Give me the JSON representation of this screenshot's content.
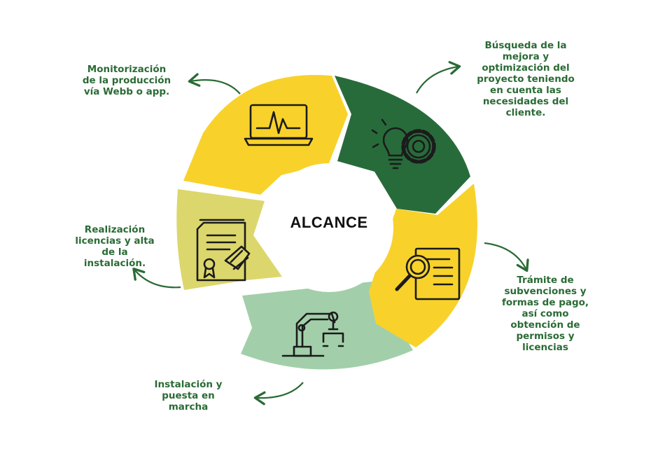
{
  "center": {
    "title": "ALCANCE"
  },
  "colors": {
    "label_text": "#2a6b35",
    "segment_yellow": "#f8d22b",
    "segment_dark_green": "#286b3a",
    "segment_light_green": "#a2cfaa",
    "segment_olive": "#dcd76c",
    "icon_stroke": "#1b1b1b"
  },
  "stages": [
    {
      "id": "monitoring",
      "icon": "monitor-heartbeat-icon",
      "color": "#f8d22b",
      "label": "Monitorización\nde la producción\nvía Webb o app."
    },
    {
      "id": "improvement",
      "icon": "lightbulb-gear-icon",
      "color": "#286b3a",
      "label": "Búsqueda de la\nmejora y\noptimización del\nproyecto teniendo\nen cuenta las\nnecesidades del\ncliente."
    },
    {
      "id": "subsidies",
      "icon": "magnifier-document-icon",
      "color": "#f8d22b",
      "label": "Trámite de\nsubvenciones y\nformas de pago,\nasí como\nobtención de\npermisos y\nlicencias"
    },
    {
      "id": "installation",
      "icon": "robotic-arm-icon",
      "color": "#a2cfaa",
      "label": "Instalación y\npuesta en\nmarcha"
    },
    {
      "id": "licensing",
      "icon": "certificate-document-icon",
      "color": "#dcd76c",
      "label": "Realización\nlicencias y alta\nde la\ninstalación."
    }
  ]
}
